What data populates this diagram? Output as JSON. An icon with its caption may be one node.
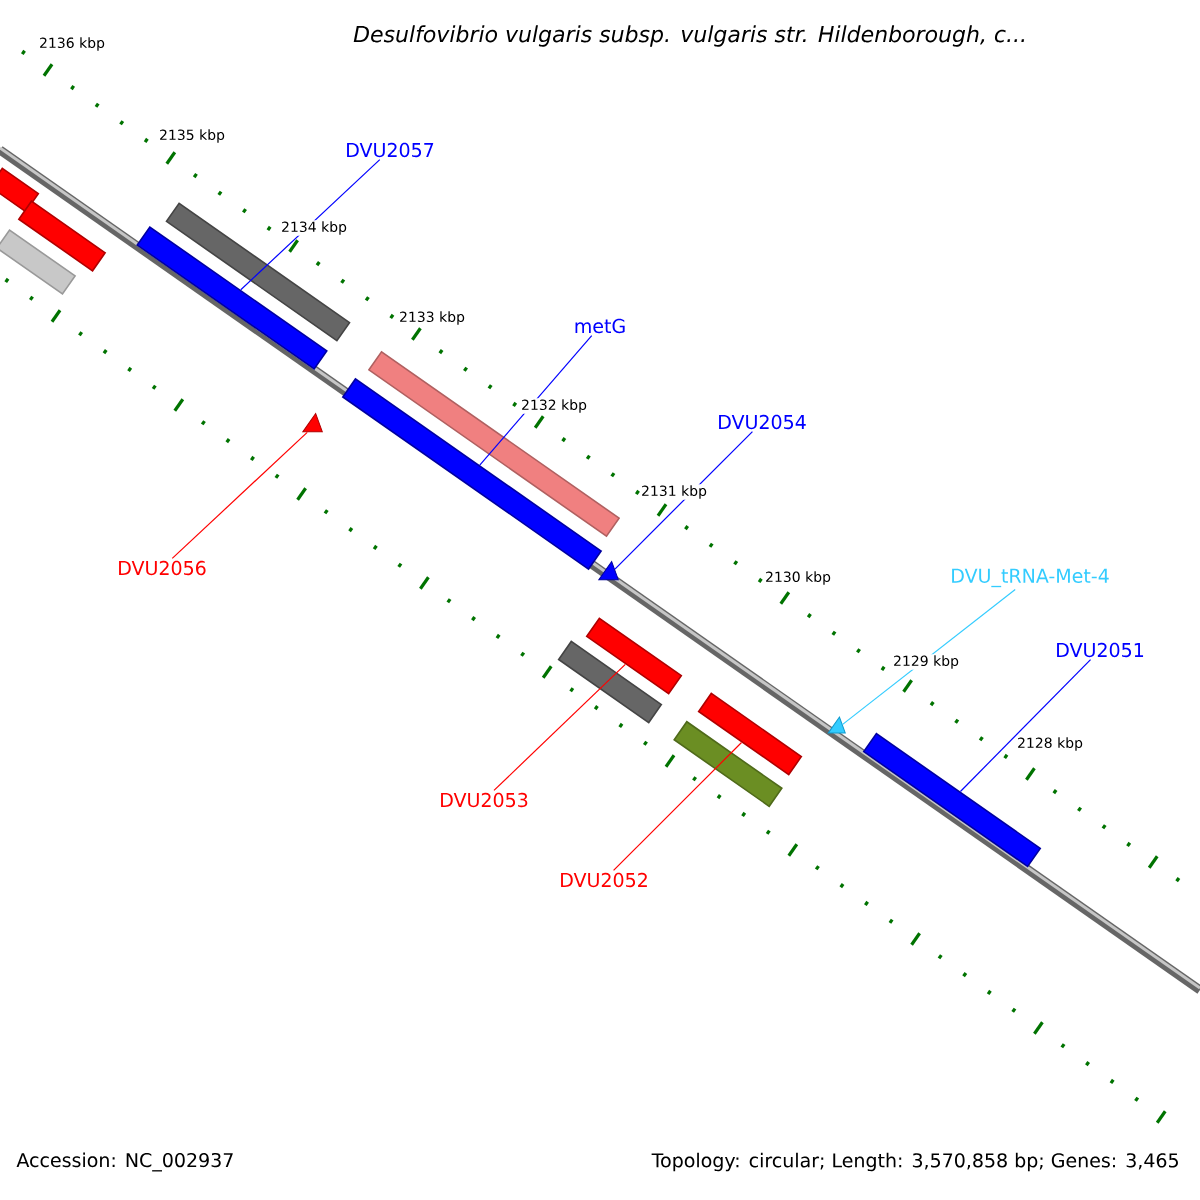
{
  "diagram": {
    "title": "Desulfovibrio vulgaris subsp. vulgaris str. Hildenborough, c...",
    "nodes": [
      {
        "text": [
          "DVU2057"
        ]
      },
      {
        "text": [
          "metG"
        ]
      },
      {
        "text": [
          "DVU2054"
        ]
      },
      {
        "text": [
          "DVU_tRNA-Met-4"
        ]
      },
      {
        "text": [
          "DVU2051"
        ]
      },
      {
        "text": [
          "DVU2056"
        ]
      },
      {
        "text": [
          "DVU2053"
        ]
      },
      {
        "text": [
          "DVU2052"
        ]
      },
      {
        "text": [],
        "shape": "bar"
      },
      {
        "text": [],
        "shape": "bar"
      },
      {
        "text": [],
        "shape": "bar"
      },
      {
        "text": [],
        "shape": "bar"
      },
      {
        "text": [],
        "shape": "bar"
      },
      {
        "text": [],
        "shape": "arrowhead"
      },
      {
        "text": [],
        "shape": "bar"
      },
      {
        "text": [],
        "shape": "bar"
      },
      {
        "text": [],
        "shape": "arrowhead"
      },
      {
        "text": [],
        "shape": "bar"
      },
      {
        "text": [],
        "shape": "bar"
      },
      {
        "text": [],
        "shape": "bar"
      },
      {
        "text": [],
        "shape": "bar"
      },
      {
        "text": [],
        "shape": "arrowhead"
      },
      {
        "text": [],
        "shape": "bar"
      }
    ],
    "edges": [
      {
        "from": 0,
        "to": 11,
        "arrow": "none"
      },
      {
        "from": 1,
        "to": 14,
        "arrow": "none"
      },
      {
        "from": 2,
        "to": 16,
        "arrow": "none"
      },
      {
        "from": 3,
        "to": 21,
        "arrow": "none",
        "color": "#33ccff"
      },
      {
        "from": 4,
        "to": 22,
        "arrow": "none"
      },
      {
        "from": 5,
        "to": 13,
        "arrow": "none",
        "color": "#ff0000"
      },
      {
        "from": 6,
        "to": 18,
        "arrow": "none",
        "color": "#ff0000"
      },
      {
        "from": 7,
        "to": 20,
        "arrow": "none",
        "color": "#ff0000"
      }
    ],
    "labels": [
      "2136 kbp",
      "2135 kbp",
      "2134 kbp",
      "2133 kbp",
      "2132 kbp",
      "2131 kbp",
      "2130 kbp",
      "2129 kbp",
      "2128 kbp",
      "Accession: NC_002937",
      "Topology: circular; Length: 3,570,858 bp; Genes: 3,465"
    ]
  }
}
